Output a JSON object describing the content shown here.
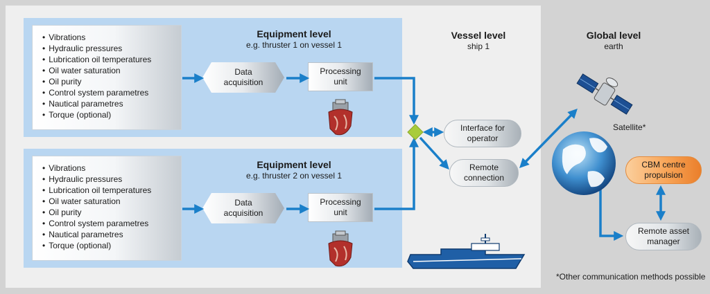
{
  "equipment_panels": [
    {
      "title": "Equipment level",
      "subtitle": "e.g. thruster 1 on vessel 1",
      "parameters": [
        "Vibrations",
        "Hydraulic pressures",
        "Lubrication oil temperatures",
        "Oil water saturation",
        "Oil purity",
        "Control system parametres",
        "Nautical parametres",
        "Torque (optional)"
      ],
      "acquisition_label": "Data\nacquisition",
      "processing_label": "Processing\nunit"
    },
    {
      "title": "Equipment level",
      "subtitle": "e.g. thruster 2 on vessel 1",
      "parameters": [
        "Vibrations",
        "Hydraulic pressures",
        "Lubrication oil temperatures",
        "Oil water saturation",
        "Oil purity",
        "Control system parametres",
        "Nautical parametres",
        "Torque (optional)"
      ],
      "acquisition_label": "Data\nacquisition",
      "processing_label": "Processing\nunit"
    }
  ],
  "vessel": {
    "title": "Vessel level",
    "subtitle": "ship 1",
    "interface_label": "Interface for\noperator",
    "remote_label": "Remote\nconnection"
  },
  "global": {
    "title": "Global level",
    "subtitle": "earth",
    "satellite_label": "Satellite*",
    "cbm_label": "CBM centre\npropulsion",
    "asset_label": "Remote asset\nmanager"
  },
  "footnote": "*Other communication methods possible",
  "colors": {
    "arrow": "#1a7fc9",
    "equipment_bg": "#b9d6f1",
    "vessel_bg": "#efefef",
    "hub": "#a9cc3a",
    "cbm": "#f8a456",
    "thruster": "#b2302b"
  },
  "icons": [
    "thruster-icon",
    "satellite-icon",
    "globe-icon",
    "ship-icon",
    "junction-diamond-icon"
  ]
}
